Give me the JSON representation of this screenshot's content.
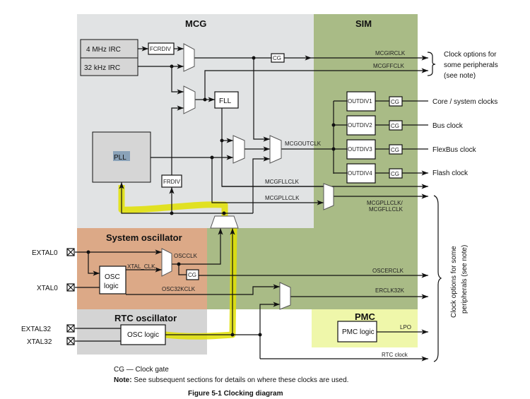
{
  "regions": {
    "mcg": "MCG",
    "sim": "SIM",
    "system_osc": "System oscillator",
    "rtc_osc": "RTC oscillator",
    "pmc": "PMC"
  },
  "colors": {
    "mcg": "#e1e3e4",
    "sim": "#a9bb86",
    "system_osc": "#dca987",
    "rtc_osc": "#d4d4d4",
    "pmc": "#eff7aa",
    "highlight": "#e0e000",
    "pll_selected": "#8aa2b8"
  },
  "blocks": {
    "irc4": "4 MHz IRC",
    "irc32": "32 kHz IRC",
    "fcrdiv": "FCRDIV",
    "fll": "FLL",
    "pll": "PLL",
    "frdiv": "FRDIV",
    "cg": "CG",
    "osc_logic_line1": "OSC",
    "osc_logic_line2": "logic",
    "rtc_osc_logic": "OSC logic",
    "pmc_logic": "PMC logic",
    "outdivs": [
      "OUTDIV1",
      "OUTDIV2",
      "OUTDIV3",
      "OUTDIV4"
    ]
  },
  "signals": {
    "mcgirclk": "MCGIRCLK",
    "mcgffclk": "MCGFFCLK",
    "mcgoutclk": "MCGOUTCLK",
    "mcgfllclk": "MCGFLLCLK",
    "mcgpllclk": "MCGPLLCLK",
    "mux_out_1": "MCGPLLCLK/",
    "mux_out_2": "MCGFLLCLK",
    "oscclk": "OSCCLK",
    "xtal_clk": "XTAL_CLK",
    "osc32kclk": "OSC32KCLK",
    "oscerclk": "OSCERCLK",
    "erclk32k": "ERCLK32K",
    "lpo": "LPO",
    "rtc_clock": "RTC clock"
  },
  "pins": {
    "extal0": "EXTAL0",
    "xtal0": "XTAL0",
    "extal32": "EXTAL32",
    "xtal32": "XTAL32"
  },
  "outputs": [
    "Core / system clocks",
    "Bus clock",
    "FlexBus clock",
    "Flash clock"
  ],
  "notes": {
    "top_brace_1": "Clock options for",
    "top_brace_2": "some peripherals",
    "top_brace_3": "(see note)",
    "side_1": "Clock options for some",
    "side_2": "peripherals (see note)",
    "legend": "CG — Clock gate",
    "note_label": "Note:",
    "note_text": " See subsequent sections for details on where these clocks are used.",
    "caption": "Figure 5-1  Clocking diagram"
  }
}
